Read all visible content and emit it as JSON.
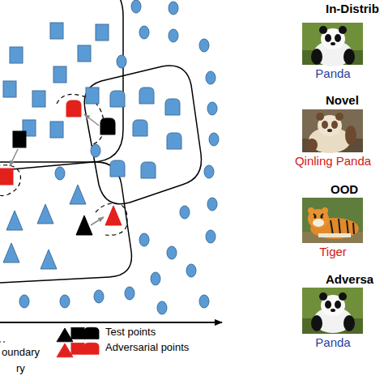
{
  "diagram": {
    "labels": [
      "In-Distrib",
      "Panda",
      "Novel",
      "Qinling Panda",
      "OOD",
      "Tiger",
      "Adversa",
      "Panda",
      "oundary",
      "ry"
    ],
    "legend": [
      {
        "text": "Test points"
      },
      {
        "text": "Adversarial points"
      }
    ]
  }
}
